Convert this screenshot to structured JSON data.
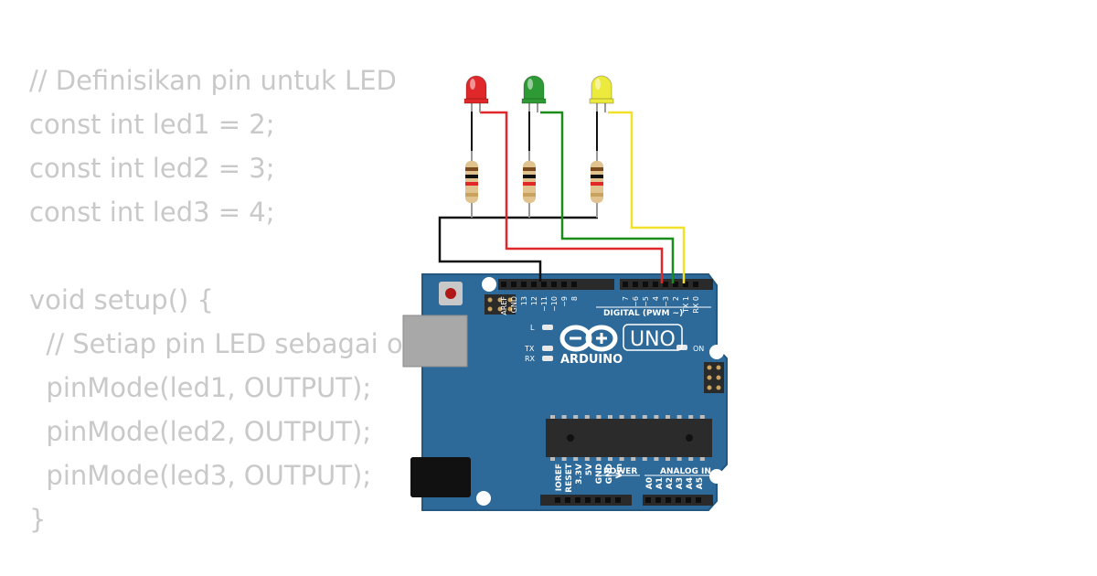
{
  "code_lines": [
    "// Definisikan pin untuk LED",
    "const int led1 = 2;",
    "const int led2 = 3;",
    "const int led3 = 4;",
    "",
    "void setup() {",
    "  // Setiap pin LED sebagai output",
    "  pinMode(led1, OUTPUT);",
    "  pinMode(led2, OUTPUT);",
    "  pinMode(led3, OUTPUT);",
    "}"
  ],
  "board": {
    "brand": "ARDUINO",
    "model": "UNO",
    "digital_label": "DIGITAL (PWM ~)",
    "power_label": "POWER",
    "analog_label": "ANALOG IN",
    "on_label": "ON",
    "l_label": "L",
    "tx_label": "TX",
    "rx_label": "RX",
    "digital_pins": [
      "AREF",
      "GND",
      "13",
      "12",
      "~11",
      "~10",
      "~9",
      "8",
      "7",
      "~6",
      "~5",
      "4",
      "~3",
      "2",
      "TX 1",
      "RX 0"
    ],
    "power_pins": [
      "IOREF",
      "RESET",
      "3.3V",
      "5V",
      "GND",
      "GND",
      "Vin"
    ],
    "analog_pins": [
      "A0",
      "A1",
      "A2",
      "A3",
      "A4",
      "A5"
    ]
  },
  "leds": [
    {
      "color": "#e0282a",
      "wire_color": "#e0282a"
    },
    {
      "color": "#2e9a35",
      "wire_color": "#1a8c1a"
    },
    {
      "color": "#ecea3c",
      "wire_color": "#f2e12a"
    }
  ],
  "colors": {
    "board": "#2d6a99",
    "board_edge": "#245780",
    "code_text": "#c9c9c9",
    "ground_wire": "#111111"
  }
}
